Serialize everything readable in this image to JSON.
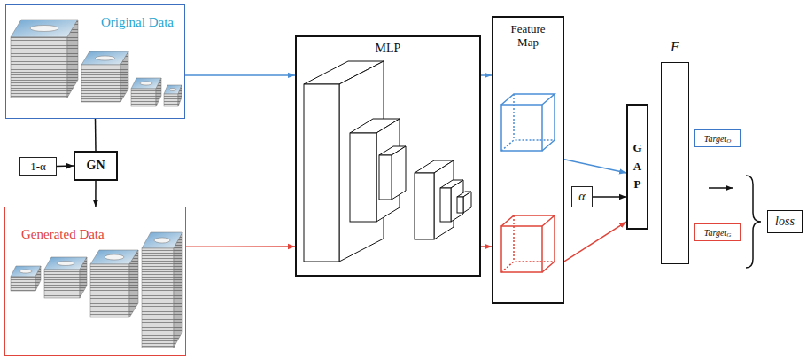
{
  "diagram": {
    "nodes": [
      {
        "text": [
          "Original Data"
        ]
      },
      {
        "text": [
          "1-α"
        ]
      },
      {
        "text": [
          "GN"
        ]
      },
      {
        "text": [
          "Generated Data"
        ]
      },
      {
        "text": [
          "MLP"
        ]
      },
      {
        "text": [
          "Feature Map"
        ]
      },
      {
        "text": [
          "α"
        ]
      },
      {
        "text": [
          "GAP"
        ]
      },
      {
        "text": [
          "F"
        ]
      },
      {
        "text": [
          "Target",
          "O"
        ]
      },
      {
        "text": [
          "Target",
          "G"
        ]
      },
      {
        "text": [
          "loss"
        ]
      }
    ],
    "edges": [
      {
        "from": 1,
        "to": 2,
        "arrow": "to"
      },
      {
        "from": 0,
        "to": 2,
        "arrow": "none"
      },
      {
        "from": 2,
        "to": 3,
        "arrow": "to"
      },
      {
        "from": 0,
        "to": 4,
        "arrow": "to"
      },
      {
        "from": 3,
        "to": 4,
        "arrow": "to"
      },
      {
        "from": 4,
        "to": 5,
        "arrow": "to"
      },
      {
        "from": 4,
        "to": 5,
        "arrow": "to"
      },
      {
        "from": 5,
        "to": 7,
        "arrow": "to"
      },
      {
        "from": 5,
        "to": 7,
        "arrow": "to"
      },
      {
        "from": 6,
        "to": 7,
        "arrow": "to"
      }
    ]
  }
}
